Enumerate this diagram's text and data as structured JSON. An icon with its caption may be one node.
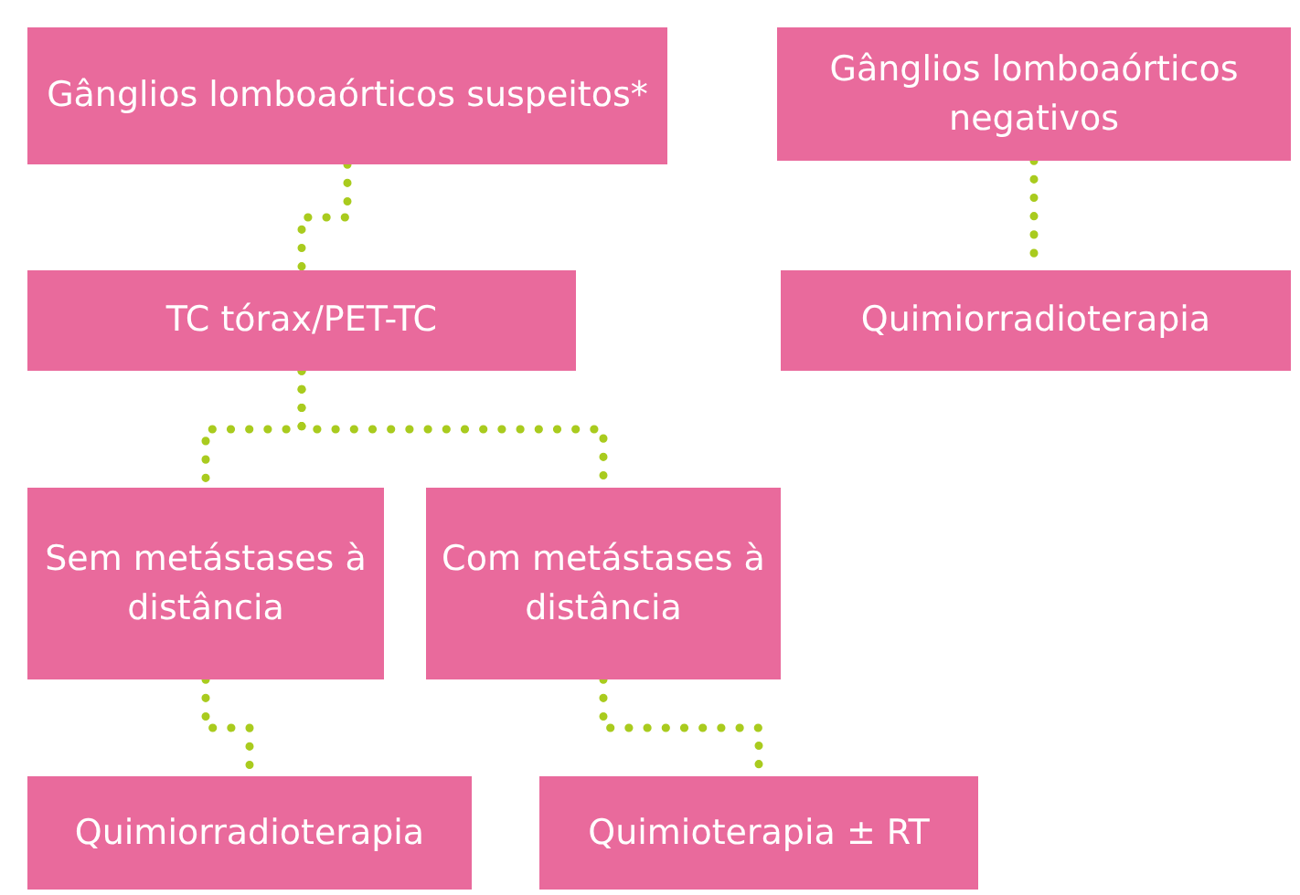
{
  "diagram": {
    "nodes": [
      {
        "text": [
          "Gânglios lomboaórticos suspeitos*"
        ]
      },
      {
        "text": [
          "Gânglios lomboaórticos negativos"
        ]
      },
      {
        "text": [
          "TC tórax/PET-TC"
        ]
      },
      {
        "text": [
          "Quimiorradioterapia"
        ]
      },
      {
        "text": [
          "Sem metástases à distância"
        ]
      },
      {
        "text": [
          "Com metástases à distância"
        ]
      },
      {
        "text": [
          "Quimiorradioterapia"
        ]
      },
      {
        "text": [
          "Quimioterapia ± RT"
        ]
      }
    ],
    "edges": [
      {
        "from": 0,
        "to": 2,
        "arrow": "none"
      },
      {
        "from": 1,
        "to": 3,
        "arrow": "none"
      },
      {
        "from": 2,
        "to": 4,
        "arrow": "none"
      },
      {
        "from": 2,
        "to": 5,
        "arrow": "none"
      },
      {
        "from": 4,
        "to": 6,
        "arrow": "none"
      },
      {
        "from": 5,
        "to": 7,
        "arrow": "none"
      }
    ]
  }
}
